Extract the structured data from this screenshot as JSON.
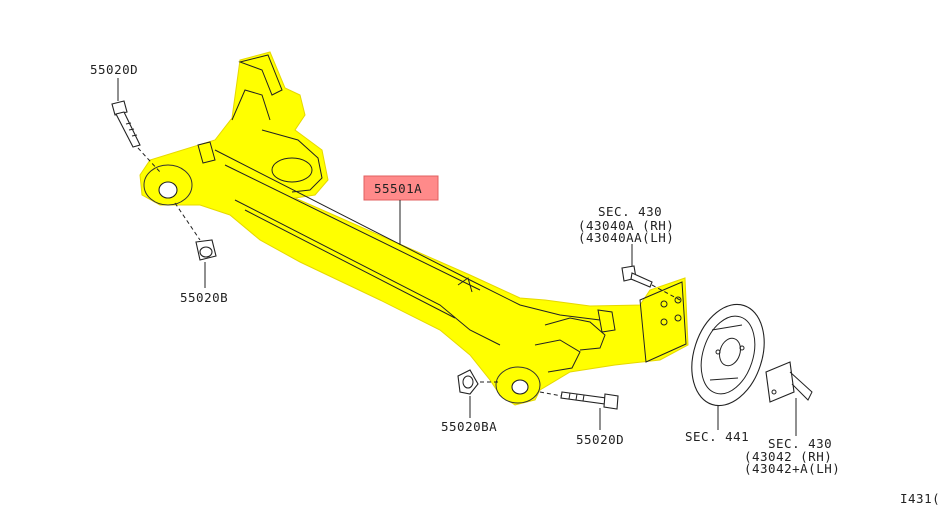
{
  "labels": {
    "bolt_top_left": "55020D",
    "nut_left": "55020B",
    "beam": "55501A",
    "sec430_top": "SEC. 430",
    "part_43040A": "43040A (RH)",
    "part_43040AA": "43040AA(LH)",
    "bushing_cap": "55020BA",
    "bolt_bottom": "55020D",
    "sec441": "SEC. 441",
    "sec430_bottom": "SEC. 430",
    "part_43042": "43042 (RH)",
    "part_43042A": "43042+A(LH)",
    "corner_ref": "I431("
  },
  "colors": {
    "highlight": "#ffff00",
    "callout": "#ff8a8a",
    "ink": "#222222"
  }
}
